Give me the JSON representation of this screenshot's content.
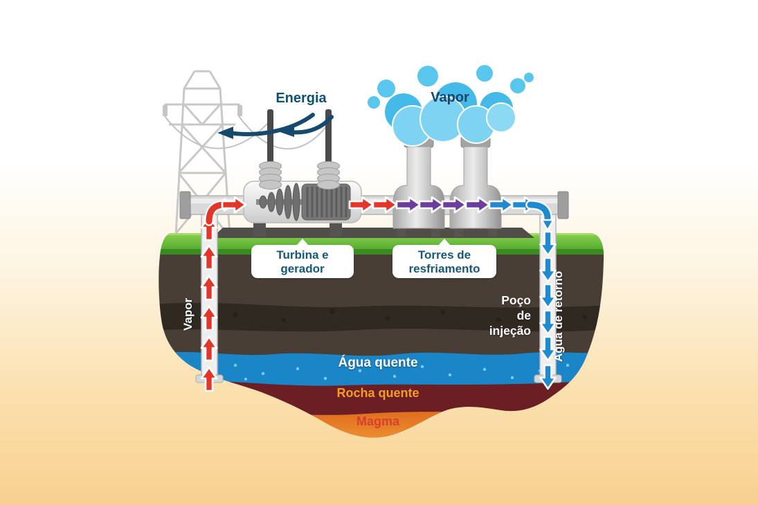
{
  "diagram": {
    "type": "geothermal-power-plant",
    "labels": {
      "energy": "Energia",
      "steam_clouds": "Vapor",
      "turbine_line1": "Turbina e",
      "turbine_line2": "gerador",
      "cooling_line1": "Torres de",
      "cooling_line2": "resfriamento",
      "injection_line1": "Poço",
      "injection_line2": "de",
      "injection_line3": "injeção",
      "return_water": "Água de retorno",
      "steam_well": "Vapor",
      "hot_water": "Água quente",
      "hot_rock": "Rocha quente",
      "magma": "Magma"
    },
    "flow_colors": {
      "steam": "#e2362b",
      "cooling": "#6d3d9e",
      "water_return": "#1f8ad0",
      "electricity": "#134a6d"
    },
    "layer_colors": {
      "grass": "#52ad2e",
      "soil": "#493e36",
      "rock_band": "#302922",
      "hot_water": "#1a86c8",
      "hot_rock": "#6b1f24",
      "magma": "#e87e28"
    }
  }
}
